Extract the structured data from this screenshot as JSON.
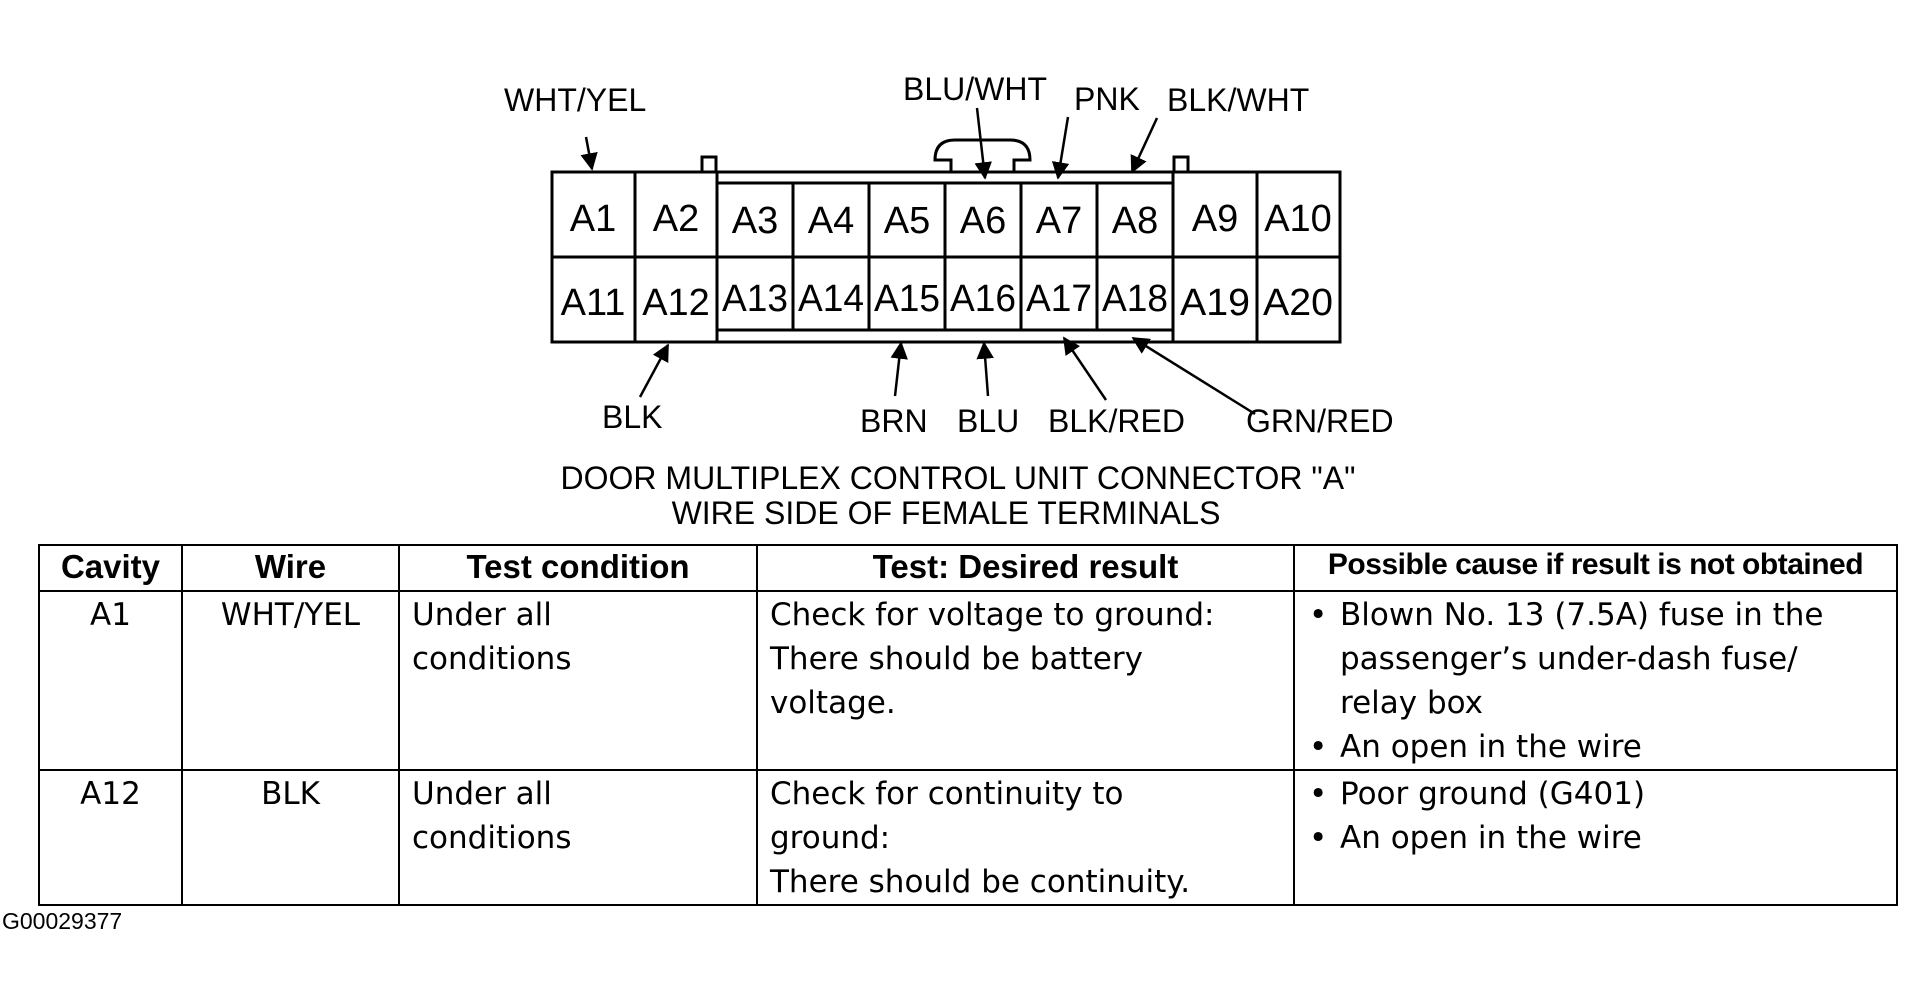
{
  "connector": {
    "top_row": [
      "A1",
      "A2",
      "A3",
      "A4",
      "A5",
      "A6",
      "A7",
      "A8",
      "A9",
      "A10"
    ],
    "bottom_row": [
      "A11",
      "A12",
      "A13",
      "A14",
      "A15",
      "A16",
      "A17",
      "A18",
      "A19",
      "A20"
    ],
    "wire_labels": {
      "a1": "WHT/YEL",
      "a6": "BLU/WHT",
      "a7": "PNK",
      "a8": "BLK/WHT",
      "a12": "BLK",
      "a15": "BRN",
      "a16": "BLU",
      "a17": "BLK/RED",
      "a18": "GRN/RED"
    },
    "caption_line1": "DOOR MULTIPLEX CONTROL UNIT CONNECTOR \"A\"",
    "caption_line2": "WIRE SIDE OF FEMALE TERMINALS"
  },
  "table": {
    "headers": {
      "cavity": "Cavity",
      "wire": "Wire",
      "condition": "Test condition",
      "result": "Test: Desired result",
      "cause": "Possible cause if result is not obtained"
    },
    "rows": [
      {
        "cavity": "A1",
        "wire": "WHT/YEL",
        "condition": [
          "Under all",
          "conditions"
        ],
        "result": [
          "Check for voltage to ground:",
          "There should be battery",
          "voltage."
        ],
        "causes": [
          "Blown No. 13 (7.5A) fuse in the passenger’s under-dash fuse/ relay box",
          "An open in the wire"
        ]
      },
      {
        "cavity": "A12",
        "wire": "BLK",
        "condition": [
          "Under all",
          "conditions"
        ],
        "result": [
          "Check for continuity to",
          "ground:",
          "There should be continuity."
        ],
        "causes": [
          "Poor ground (G401)",
          "An open in the wire"
        ]
      }
    ]
  },
  "figure_code": "G00029377"
}
